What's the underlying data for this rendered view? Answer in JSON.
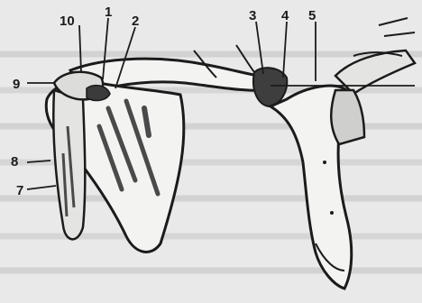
{
  "figure": {
    "callouts": [
      {
        "id": "1",
        "text": "1"
      },
      {
        "id": "2",
        "text": "2"
      },
      {
        "id": "3",
        "text": "3"
      },
      {
        "id": "4",
        "text": "4"
      },
      {
        "id": "5",
        "text": "5"
      },
      {
        "id": "7",
        "text": "7"
      },
      {
        "id": "8",
        "text": "8"
      },
      {
        "id": "9",
        "text": "9"
      },
      {
        "id": "10",
        "text": "10"
      }
    ]
  },
  "colors": {
    "background": "#e9e9e9",
    "ink": "#1b1b1b",
    "bone_fill": "#f3f3f1",
    "shade": "#4a4a4a"
  }
}
